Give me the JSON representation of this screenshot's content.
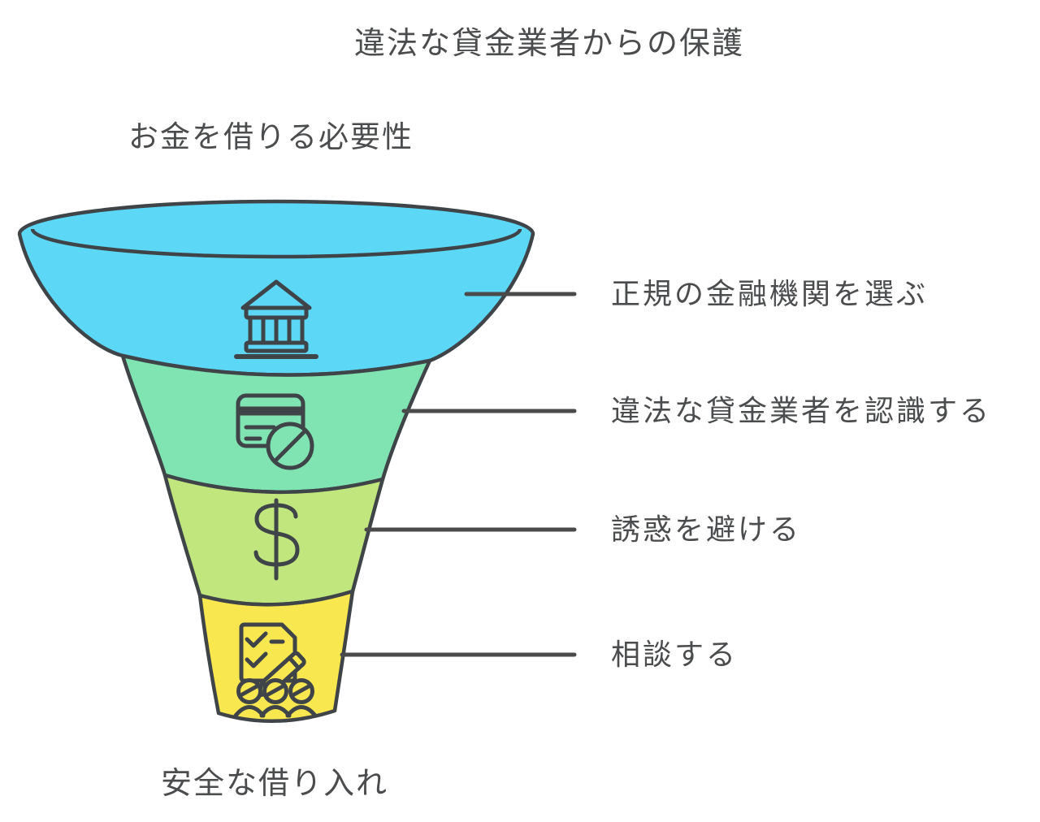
{
  "title": "違法な貸金業者からの保護",
  "funnel": {
    "top_label": "お金を借りる必要性",
    "bottom_label": "安全な借り入れ",
    "stages": [
      {
        "label": "正規の金融機関を選ぶ",
        "icon": "bank-icon",
        "color": "#5cd7f6"
      },
      {
        "label": "違法な貸金業者を認識する",
        "icon": "credit-card-blocked-icon",
        "color": "#80e4b2"
      },
      {
        "label": "誘惑を避ける",
        "icon": "dollar-icon",
        "color": "#c0e67d"
      },
      {
        "label": "相談する",
        "icon": "consult-checklist-icon",
        "color": "#f9e750"
      }
    ]
  },
  "colors": {
    "outline": "#3f4448",
    "connector": "#4a4a4a",
    "text": "#4a4c4e",
    "background": "#ffffff"
  }
}
